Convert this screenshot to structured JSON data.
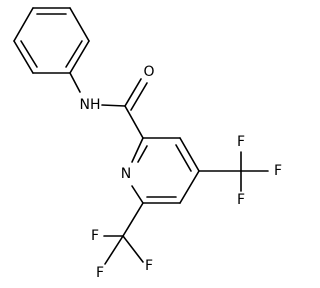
{
  "molecule": {
    "atoms": {
      "O": "O",
      "NH": "NH",
      "N": "N",
      "F1": "F",
      "F2": "F",
      "F3": "F",
      "F4": "F",
      "F5": "F",
      "F6": "F"
    },
    "colors": {
      "bond": "#000000",
      "label": "#000000",
      "background": "#ffffff"
    }
  }
}
